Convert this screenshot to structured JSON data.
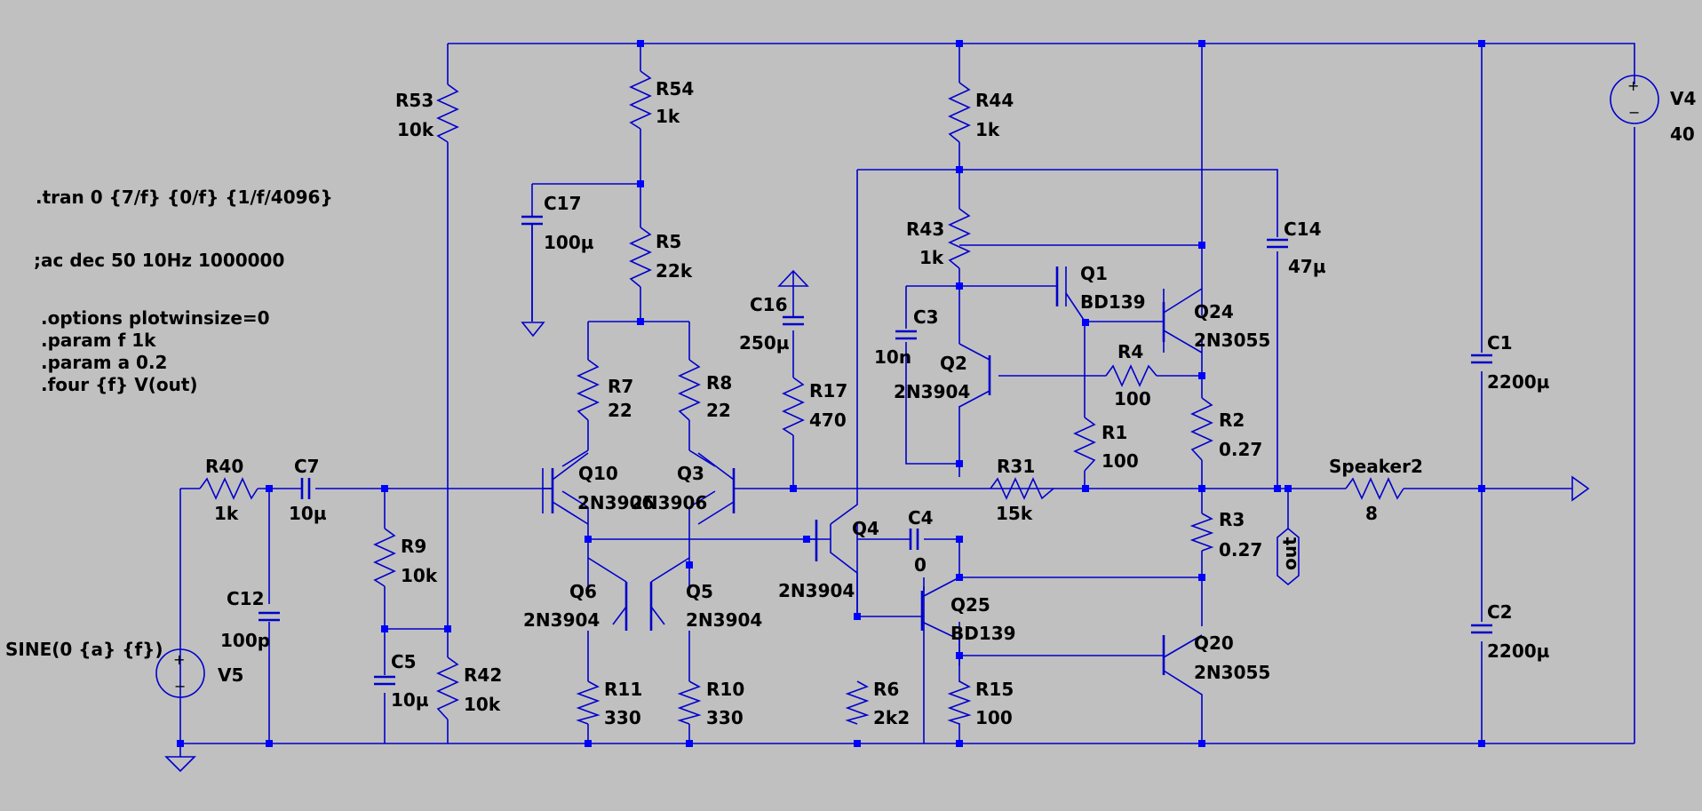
{
  "colors": {
    "background": "#c0c0c0",
    "wire": "#0000cc",
    "junction": "#0000ff",
    "text": "#000000"
  },
  "directives": [
    ".tran 0 {7/f} {0/f} {1/f/4096}",
    ";ac dec 50 10Hz 1000000",
    ".options plotwinsize=0",
    ".param f 1k",
    ".param a 0.2",
    ".four {f} V(out)"
  ],
  "components": {
    "R53": {
      "name": "R53",
      "value": "10k"
    },
    "R54": {
      "name": "R54",
      "value": "1k"
    },
    "R44": {
      "name": "R44",
      "value": "1k"
    },
    "V4": {
      "name": "V4",
      "value": "40"
    },
    "C17": {
      "name": "C17",
      "value": "100µ"
    },
    "R5": {
      "name": "R5",
      "value": "22k"
    },
    "R43": {
      "name": "R43",
      "value": "1k"
    },
    "C14": {
      "name": "C14",
      "value": "47µ"
    },
    "Q1": {
      "name": "Q1",
      "value": "BD139"
    },
    "Q24": {
      "name": "Q24",
      "value": "2N3055"
    },
    "C16": {
      "name": "C16",
      "value": "250µ"
    },
    "C3": {
      "name": "C3",
      "value": "10n"
    },
    "Q2": {
      "name": "Q2",
      "value": "2N3904"
    },
    "R4": {
      "name": "R4",
      "value": "100"
    },
    "C1": {
      "name": "C1",
      "value": "2200µ"
    },
    "R7": {
      "name": "R7",
      "value": "22"
    },
    "R8": {
      "name": "R8",
      "value": "22"
    },
    "R17": {
      "name": "R17",
      "value": "470"
    },
    "R2": {
      "name": "R2",
      "value": "0.27"
    },
    "R1": {
      "name": "R1",
      "value": "100"
    },
    "R40": {
      "name": "R40",
      "value": "1k"
    },
    "C7": {
      "name": "C7",
      "value": "10µ"
    },
    "Q10": {
      "name": "Q10",
      "value": "2N3906"
    },
    "Q3": {
      "name": "Q3",
      "value": "2N3906"
    },
    "R31": {
      "name": "R31",
      "value": "15k"
    },
    "Speaker2": {
      "name": "Speaker2",
      "value": "8"
    },
    "C4": {
      "name": "C4",
      "value": "0"
    },
    "Q4": {
      "name": "Q4",
      "value": "2N3904"
    },
    "R3": {
      "name": "R3",
      "value": "0.27"
    },
    "R9": {
      "name": "R9",
      "value": "10k"
    },
    "C12": {
      "name": "C12",
      "value": "100p"
    },
    "Q6": {
      "name": "Q6",
      "value": "2N3904"
    },
    "Q5": {
      "name": "Q5",
      "value": "2N3904"
    },
    "Q25": {
      "name": "Q25",
      "value": "BD139"
    },
    "C2": {
      "name": "C2",
      "value": "2200µ"
    },
    "Q20": {
      "name": "Q20",
      "value": "2N3055"
    },
    "V5": {
      "name": "V5",
      "value": "SINE(0 {a} {f})"
    },
    "C5": {
      "name": "C5",
      "value": "10µ"
    },
    "R42": {
      "name": "R42",
      "value": "10k"
    },
    "R11": {
      "name": "R11",
      "value": "330"
    },
    "R10": {
      "name": "R10",
      "value": "330"
    },
    "R6": {
      "name": "R6",
      "value": "2k2"
    },
    "R15": {
      "name": "R15",
      "value": "100"
    }
  },
  "net_labels": {
    "out": "out"
  }
}
